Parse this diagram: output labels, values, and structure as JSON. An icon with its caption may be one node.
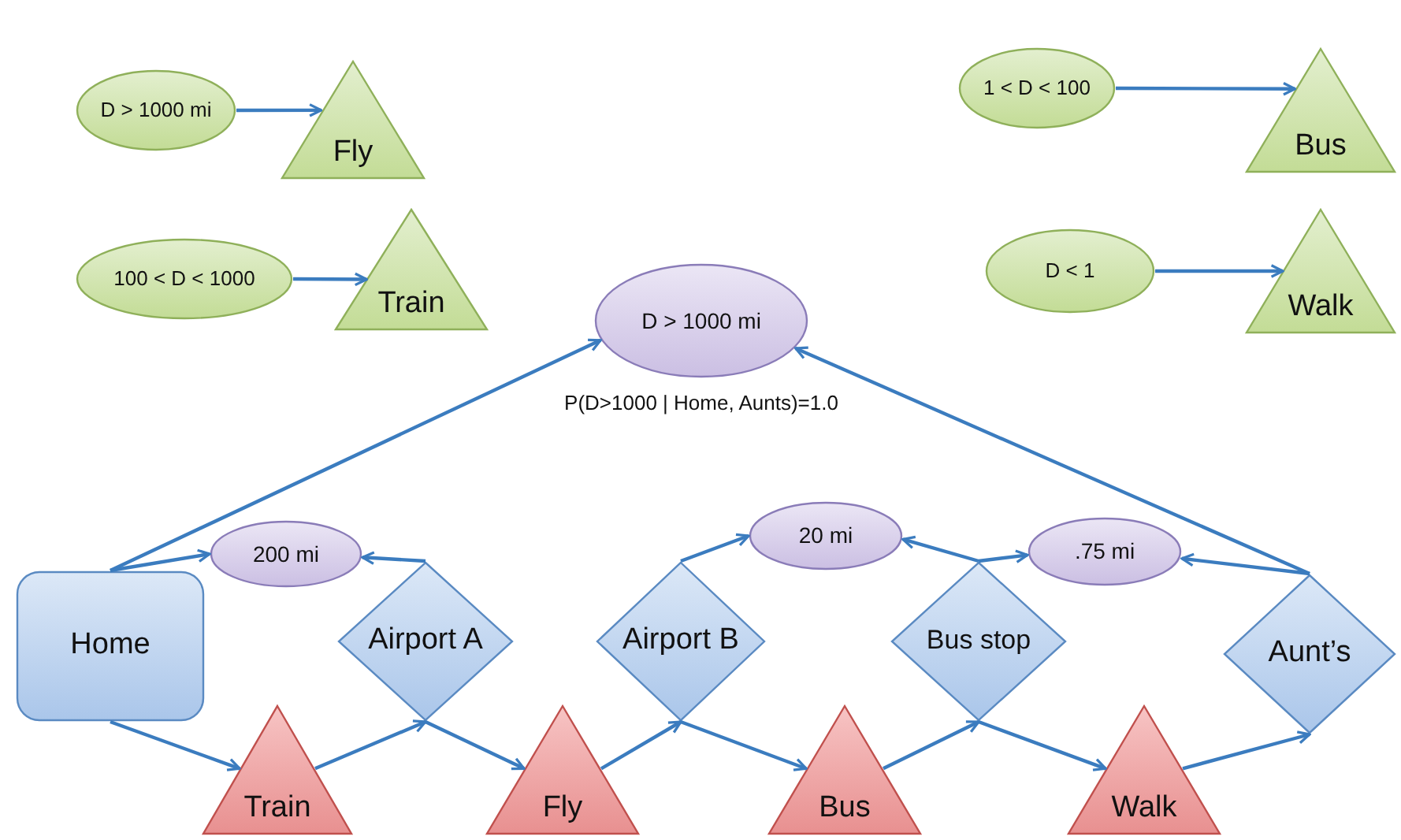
{
  "diagram": {
    "nodes": [
      {
        "text": [
          "D > 1000 mi"
        ]
      },
      {
        "text": [
          "Fly"
        ]
      },
      {
        "text": [
          "1 < D < 100"
        ]
      },
      {
        "text": [
          "Bus"
        ]
      },
      {
        "text": [
          "100 < D < 1000"
        ]
      },
      {
        "text": [
          "Train"
        ]
      },
      {
        "text": [
          "D < 1"
        ]
      },
      {
        "text": [
          "Walk"
        ]
      },
      {
        "text": [
          "D > 1000 mi"
        ],
        "beside": [
          "P(D>1000 | Home, Aunts)=1.0"
        ]
      },
      {
        "text": [
          "Home"
        ]
      },
      {
        "text": [
          "200 mi"
        ]
      },
      {
        "text": [
          "Airport A"
        ]
      },
      {
        "text": [
          "Train"
        ]
      },
      {
        "text": [
          "Airport B"
        ]
      },
      {
        "text": [
          "Fly"
        ]
      },
      {
        "text": [
          "20 mi"
        ]
      },
      {
        "text": [
          "Bus stop"
        ]
      },
      {
        "text": [
          "Bus"
        ]
      },
      {
        "text": [
          ".75 mi"
        ]
      },
      {
        "text": [
          "Walk"
        ]
      },
      {
        "text": [
          "Aunt’s"
        ]
      }
    ],
    "edges": [
      {
        "from": 0,
        "to": 1,
        "arrow": "to"
      },
      {
        "from": 2,
        "to": 3,
        "arrow": "to"
      },
      {
        "from": 4,
        "to": 5,
        "arrow": "to"
      },
      {
        "from": 6,
        "to": 7,
        "arrow": "to"
      },
      {
        "from": 9,
        "to": 8,
        "arrow": "to"
      },
      {
        "from": 9,
        "to": 10,
        "arrow": "to"
      },
      {
        "from": 9,
        "to": 12,
        "arrow": "to"
      },
      {
        "from": 12,
        "to": 11,
        "arrow": "to"
      },
      {
        "from": 11,
        "to": 10,
        "arrow": "to"
      },
      {
        "from": 11,
        "to": 14,
        "arrow": "to"
      },
      {
        "from": 14,
        "to": 13,
        "arrow": "to"
      },
      {
        "from": 13,
        "to": 15,
        "arrow": "to"
      },
      {
        "from": 13,
        "to": 17,
        "arrow": "to"
      },
      {
        "from": 17,
        "to": 16,
        "arrow": "to"
      },
      {
        "from": 16,
        "to": 15,
        "arrow": "to"
      },
      {
        "from": 16,
        "to": 18,
        "arrow": "to"
      },
      {
        "from": 16,
        "to": 19,
        "arrow": "to"
      },
      {
        "from": 19,
        "to": 20,
        "arrow": "to"
      },
      {
        "from": 20,
        "to": 18,
        "arrow": "to"
      },
      {
        "from": 20,
        "to": 8,
        "arrow": "to"
      }
    ]
  }
}
